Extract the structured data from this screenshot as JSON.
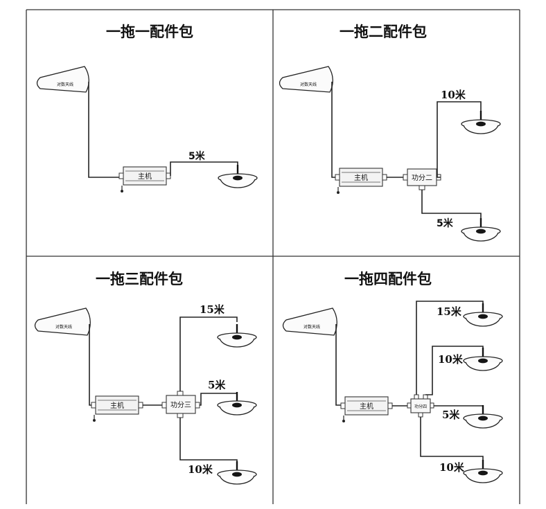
{
  "panels": [
    {
      "title": "一拖一配件包",
      "antenna_label": "对数天线",
      "host_label": "主机",
      "cables": [
        {
          "length": "5米"
        }
      ]
    },
    {
      "title": "一拖二配件包",
      "antenna_label": "对数天线",
      "host_label": "主机",
      "splitter_label": "功分二",
      "cables": [
        {
          "length": "10米"
        },
        {
          "length": "5米"
        }
      ]
    },
    {
      "title": "一拖三配件包",
      "antenna_label": "对数天线",
      "host_label": "主机",
      "splitter_label": "功分三",
      "cables": [
        {
          "length": "15米"
        },
        {
          "length": "5米"
        },
        {
          "length": "10米"
        }
      ]
    },
    {
      "title": "一拖四配件包",
      "antenna_label": "对数天线",
      "host_label": "主机",
      "splitter_label": "功分四",
      "cables": [
        {
          "length": "15米"
        },
        {
          "length": "10米"
        },
        {
          "length": "5米"
        },
        {
          "length": "10米"
        }
      ]
    }
  ]
}
